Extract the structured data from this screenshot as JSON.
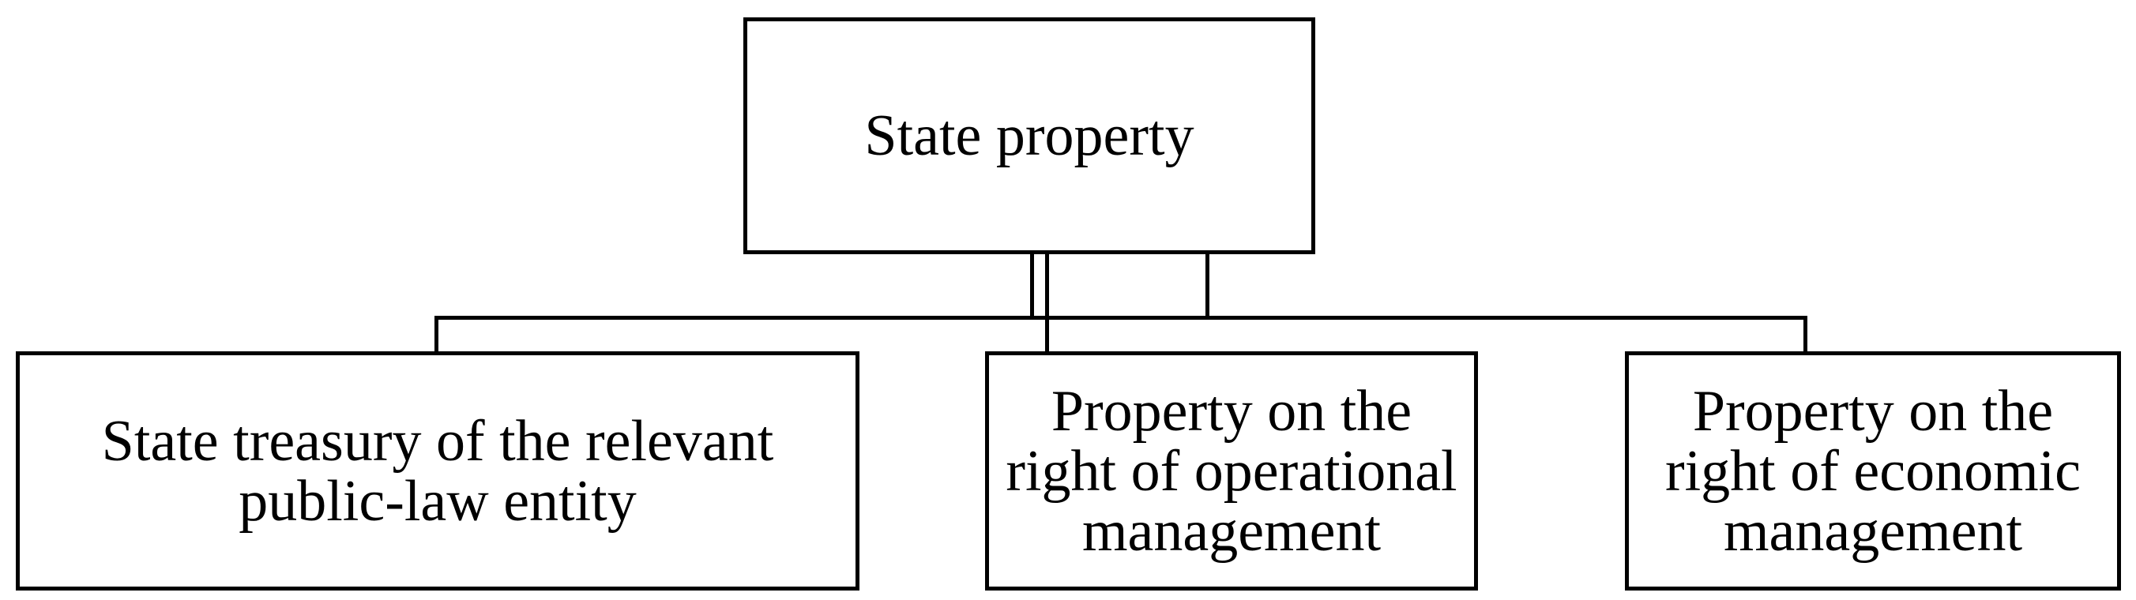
{
  "diagram": {
    "type": "hierarchy",
    "root": {
      "label": "State property"
    },
    "children": [
      {
        "label": "State treasury of the relevant\npublic-law entity"
      },
      {
        "label": "Property on the\nright of operational\nmanagement"
      },
      {
        "label": "Property on the\nright of economic\nmanagement"
      }
    ]
  },
  "colors": {
    "line": "#000000",
    "text": "#000000",
    "background": "#ffffff"
  }
}
